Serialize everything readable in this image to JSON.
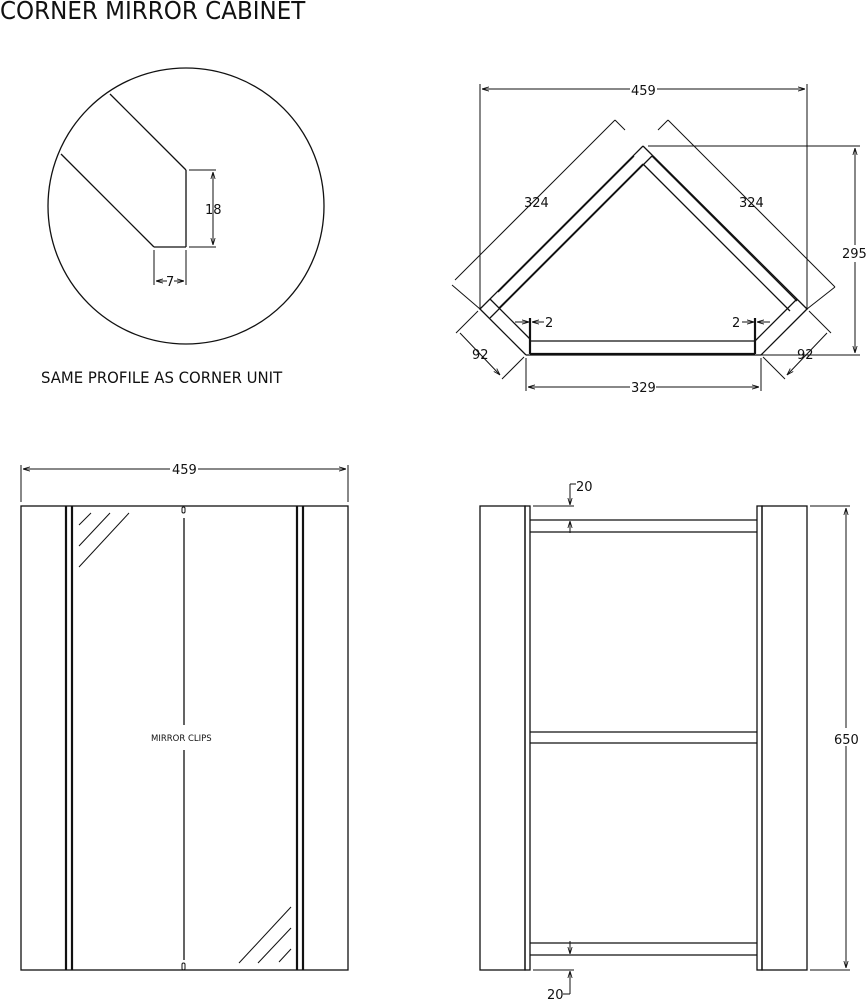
{
  "title": "CORNER MIRROR CABINET",
  "detail_view": {
    "caption": "SAME PROFILE AS CORNER UNIT",
    "dimensions": {
      "height": "18",
      "width": "7"
    }
  },
  "plan_view": {
    "dimensions": {
      "overall_width": "459",
      "left_side": "324",
      "right_side": "324",
      "depth": "295",
      "left_return": "92",
      "right_return": "92",
      "front_width": "329",
      "left_gap": "2",
      "right_gap": "2"
    }
  },
  "front_view": {
    "dimensions": {
      "overall_width": "459"
    },
    "label": "MIRROR CLIPS"
  },
  "section_view": {
    "dimensions": {
      "height": "650",
      "top_shelf_offset": "20",
      "bottom_shelf_offset": "20"
    }
  },
  "colors": {
    "line": "#111111",
    "background": "#ffffff"
  }
}
